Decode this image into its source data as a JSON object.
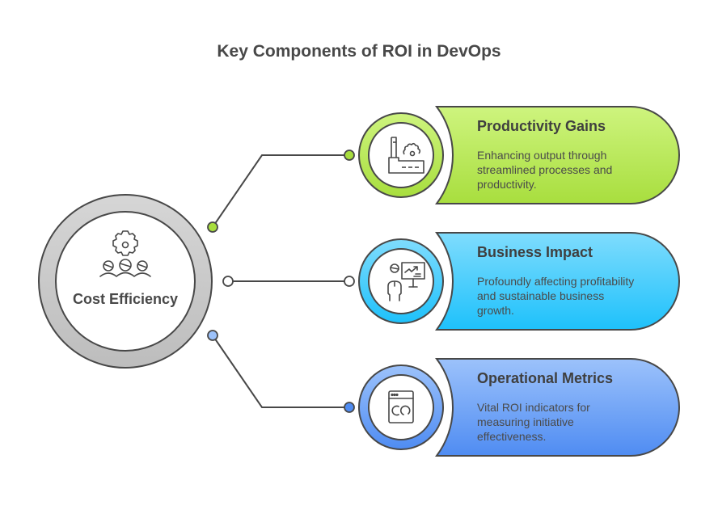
{
  "title": "Key Components of ROI in DevOps",
  "center": {
    "label": "Cost Efficiency",
    "icon": "team-gear-icon",
    "ring_color": "#c8c8c8"
  },
  "items": [
    {
      "title": "Productivity Gains",
      "description": "Enhancing output through streamlined processes and productivity.",
      "icon": "factory-gear-icon",
      "color_top": "#cef47e",
      "color_bottom": "#a8de3e",
      "dot_color": "#a8de3e"
    },
    {
      "title": "Business Impact",
      "description": "Profoundly affecting profitability and sustainable business growth.",
      "icon": "presenter-chart-icon",
      "color_top": "#7fdcfd",
      "color_bottom": "#1ec1fb",
      "dot_color": "#ffffff"
    },
    {
      "title": "Operational Metrics",
      "description": "Vital ROI indicators for measuring initiative effectiveness.",
      "icon": "dashboard-window-icon",
      "color_top": "#9cc2fb",
      "color_bottom": "#4f8cf2",
      "dot_color": "#4f8cf2"
    }
  ],
  "source_dot_colors": [
    "#a8de3e",
    "#ffffff",
    "#9cc2fb"
  ],
  "stroke_color": "#484848"
}
